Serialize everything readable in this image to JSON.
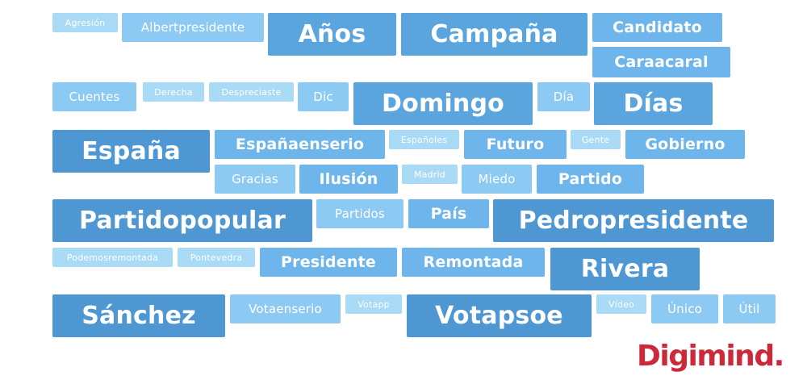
{
  "colors": {
    "tag_lightest": "#a9dbf6",
    "tag_light": "#8ccaf3",
    "tag_mid": "#6db5ea",
    "tag_dark": "#5aa5dd",
    "tag_darkest": "#4e97d2",
    "brand": "#cc2a3a"
  },
  "tags": [
    {
      "word": "Agresión",
      "level": 1
    },
    {
      "word": "Albertpresidente",
      "level": 2
    },
    {
      "word": "Años",
      "level": 4
    },
    {
      "word": "Campaña",
      "level": 4
    },
    {
      "word": "Candidato",
      "level": 3
    },
    {
      "word": "Caraacaral",
      "level": 3
    },
    {
      "word": "Cuentes",
      "level": 2
    },
    {
      "word": "Derecha",
      "level": 1
    },
    {
      "word": "Despreciaste",
      "level": 1
    },
    {
      "word": "Dic",
      "level": 2
    },
    {
      "word": "Domingo",
      "level": 4
    },
    {
      "word": "Día",
      "level": 2
    },
    {
      "word": "Días",
      "level": 4
    },
    {
      "word": "España",
      "level": 5
    },
    {
      "word": "Españaenserio",
      "level": 3
    },
    {
      "word": "Españoles",
      "level": 1
    },
    {
      "word": "Futuro",
      "level": 3
    },
    {
      "word": "Gente",
      "level": 1
    },
    {
      "word": "Gobierno",
      "level": 3
    },
    {
      "word": "Gracias",
      "level": 2
    },
    {
      "word": "Ilusión",
      "level": 3
    },
    {
      "word": "Madrid",
      "level": 1
    },
    {
      "word": "Miedo",
      "level": 2
    },
    {
      "word": "Partido",
      "level": 3
    },
    {
      "word": "Partidopopular",
      "level": 5
    },
    {
      "word": "Partidos",
      "level": 2
    },
    {
      "word": "País",
      "level": 3
    },
    {
      "word": "Pedropresidente",
      "level": 5
    },
    {
      "word": "Podemosremontada",
      "level": 1
    },
    {
      "word": "Pontevedra",
      "level": 1
    },
    {
      "word": "Presidente",
      "level": 3
    },
    {
      "word": "Remontada",
      "level": 3
    },
    {
      "word": "Rivera",
      "level": 5
    },
    {
      "word": "Sánchez",
      "level": 5
    },
    {
      "word": "Votaenserio",
      "level": 2
    },
    {
      "word": "Votapp",
      "level": 1
    },
    {
      "word": "Votapsoe",
      "level": 5
    },
    {
      "word": "Vídeo",
      "level": 1
    },
    {
      "word": "Único",
      "level": 2
    },
    {
      "word": "Útil",
      "level": 2
    }
  ],
  "brand": {
    "name": "Digimind."
  }
}
